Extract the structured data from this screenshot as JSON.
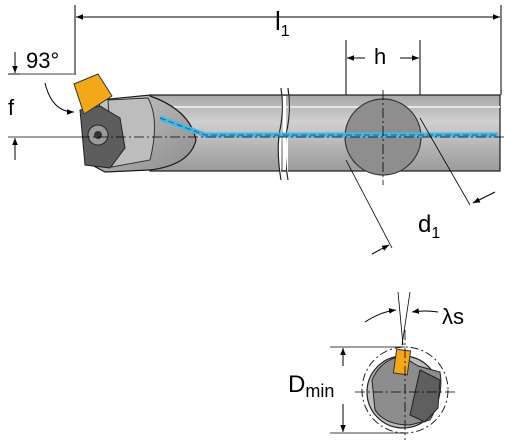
{
  "labels": {
    "l1_main": "l",
    "l1_sub": "1",
    "h": "h",
    "angle": "93°",
    "f": "f",
    "d1_main": "d",
    "d1_sub": "1",
    "dmin_main": "D",
    "dmin_sub": "min",
    "lambda_s": "λs"
  },
  "colors": {
    "insert": "#f3a81b",
    "body_gray": "#b9b9b9",
    "body_dark": "#6b6b6b",
    "coolant": "#45b6e6",
    "line": "#000000"
  }
}
